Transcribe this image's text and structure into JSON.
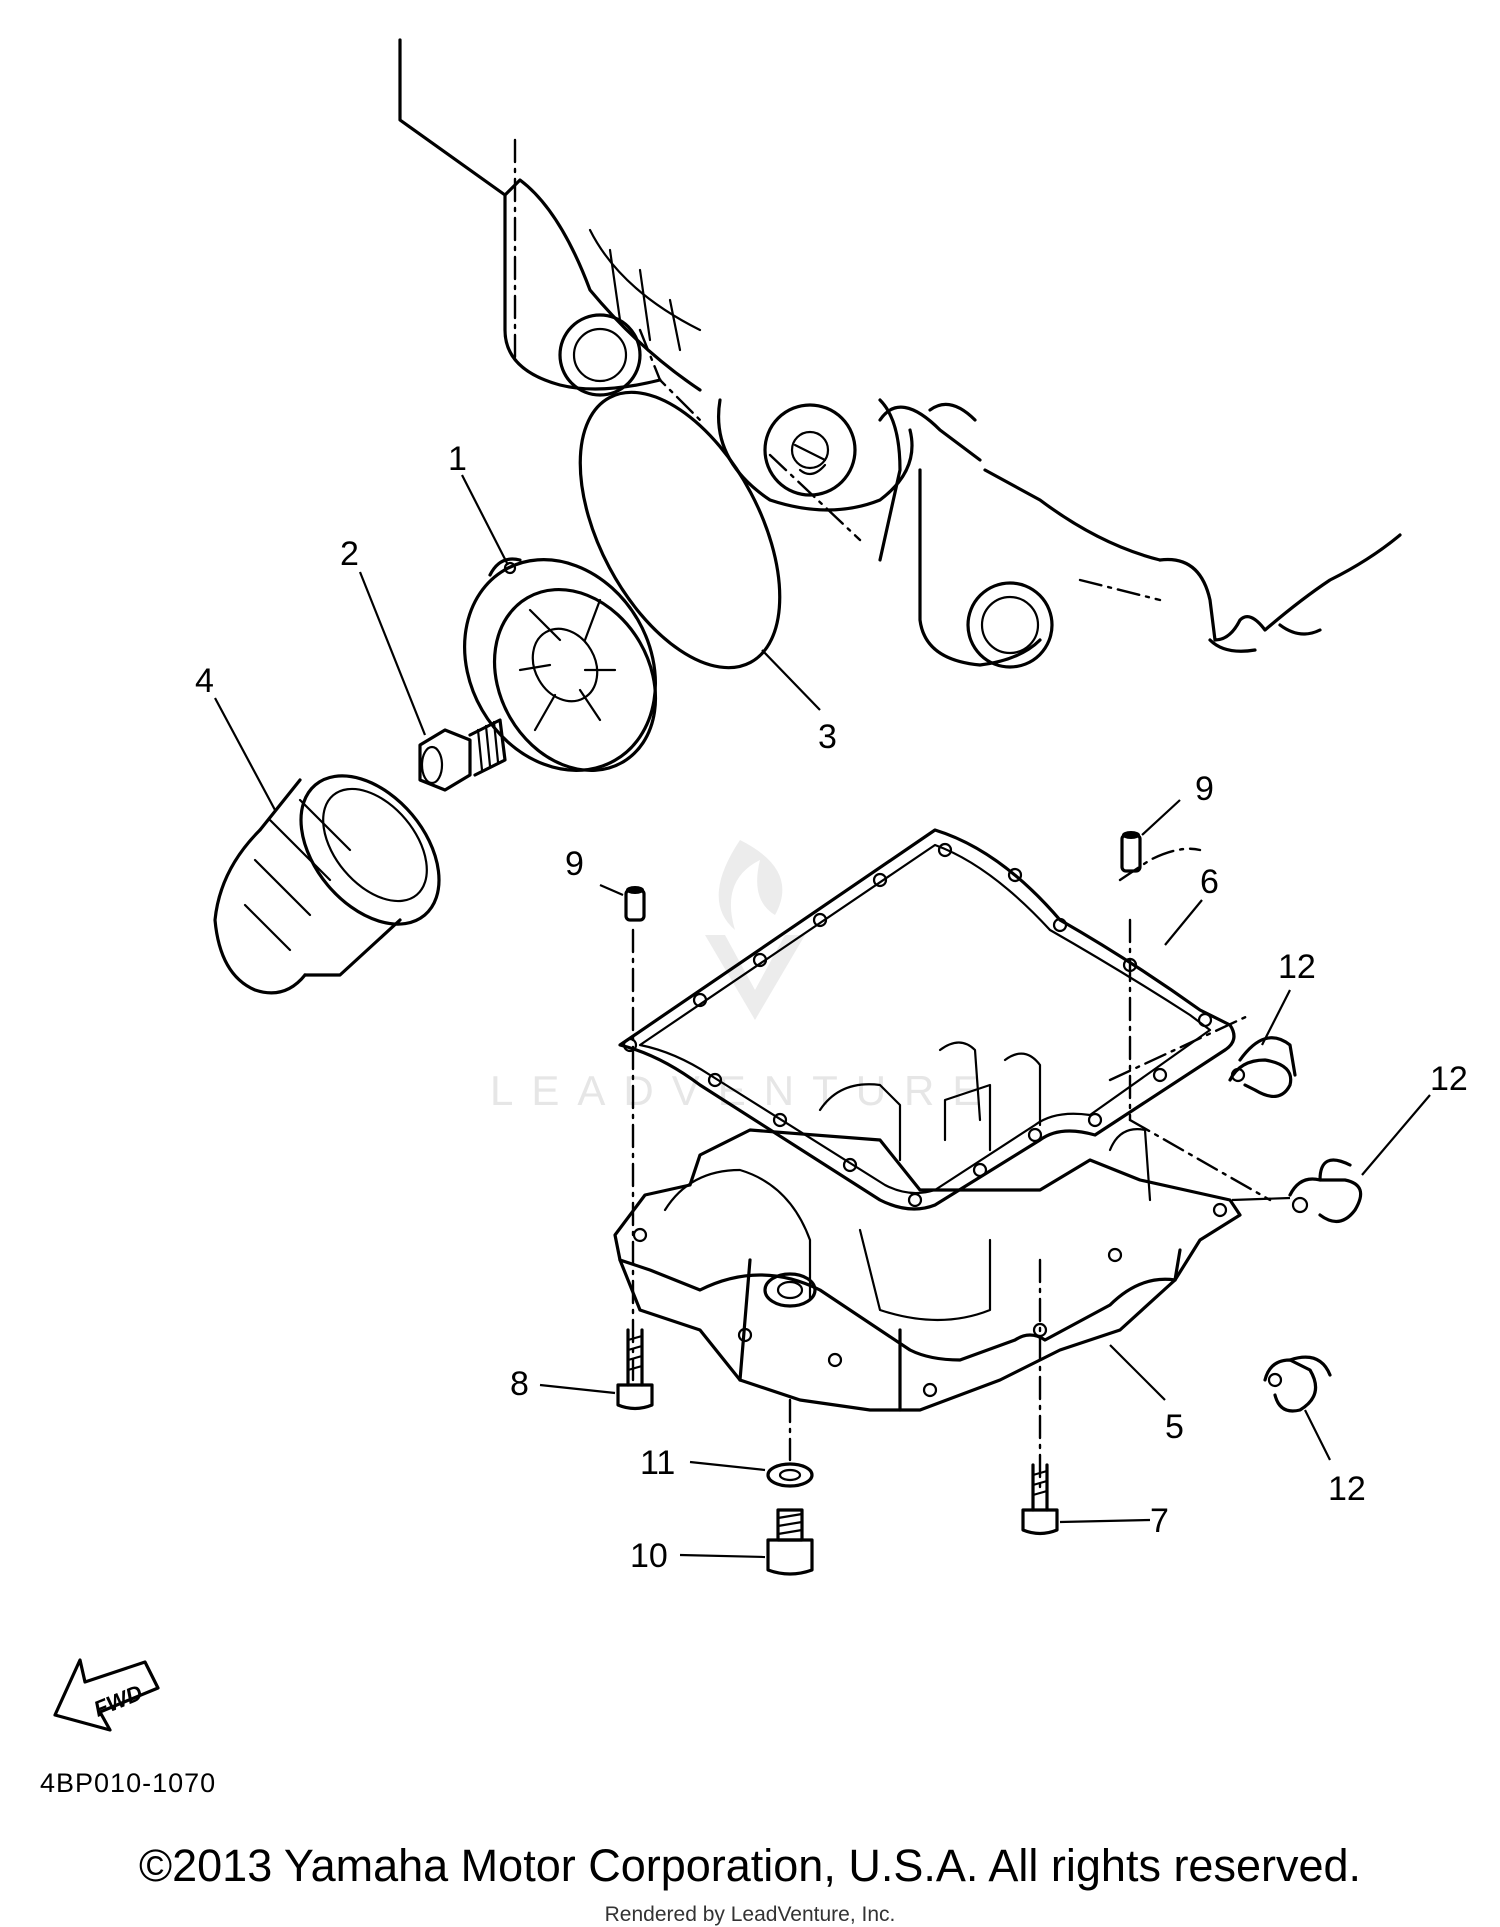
{
  "callouts": [
    {
      "id": "1",
      "text": "1"
    },
    {
      "id": "2",
      "text": "2"
    },
    {
      "id": "3",
      "text": "3"
    },
    {
      "id": "4",
      "text": "4"
    },
    {
      "id": "5",
      "text": "5"
    },
    {
      "id": "6",
      "text": "6"
    },
    {
      "id": "7",
      "text": "7"
    },
    {
      "id": "8",
      "text": "8"
    },
    {
      "id": "9a",
      "text": "9"
    },
    {
      "id": "9b",
      "text": "9"
    },
    {
      "id": "10",
      "text": "10"
    },
    {
      "id": "11",
      "text": "11"
    },
    {
      "id": "12a",
      "text": "12"
    },
    {
      "id": "12b",
      "text": "12"
    },
    {
      "id": "12c",
      "text": "12"
    }
  ],
  "fwd_arrow": {
    "text": "FWD"
  },
  "diagram_code": "4BP010-1070",
  "watermark": {
    "text": "LEADVENTURE"
  },
  "copyright": "©2013 Yamaha Motor Corporation, U.S.A. All rights reserved.",
  "rendered_by": "Rendered by LeadVenture, Inc."
}
